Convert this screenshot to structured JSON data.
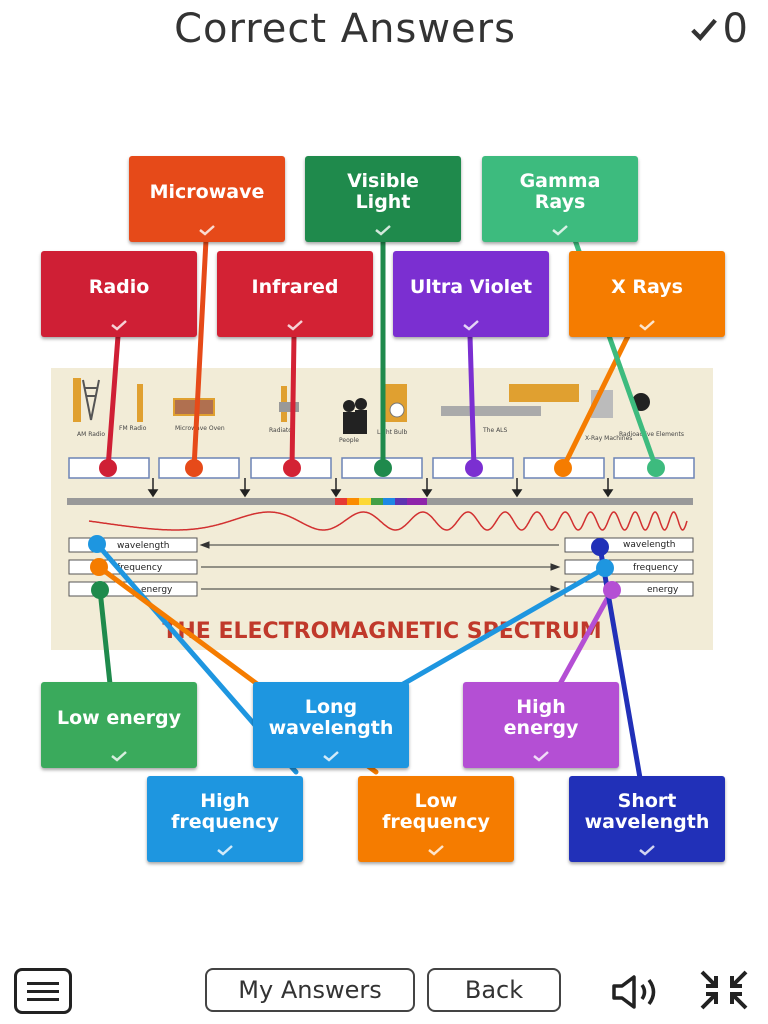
{
  "header": {
    "title": "Correct Answers",
    "score": "0"
  },
  "labels": {
    "microwave": "Microwave",
    "visible_light": "Visible\nLight",
    "gamma_rays": "Gamma\nRays",
    "radio": "Radio",
    "infrared": "Infrared",
    "ultra_violet": "Ultra Violet",
    "x_rays": "X Rays",
    "low_energy": "Low energy",
    "long_wavelength": "Long\nwavelength",
    "high_energy": "High\nenergy",
    "high_frequency": "High\nfrequency",
    "low_frequency": "Low\nfrequency",
    "short_wavelength": "Short\nwavelength"
  },
  "diagram": {
    "title": "THE ELECTROMAGNETIC SPECTRUM",
    "captions": [
      "AM Radio",
      "FM Radio",
      "Microwave Oven",
      "Radiator",
      "People",
      "Light Bulb",
      "The ALS",
      "X-Ray Machines",
      "Radioactive Elements"
    ],
    "left_rows": [
      "wavelength",
      "frequency",
      "energy"
    ],
    "right_rows": [
      "wavelength",
      "frequency",
      "energy"
    ]
  },
  "colors": {
    "radio": "#cf1f35",
    "microwave": "#e64a19",
    "infrared": "#d32234",
    "visible": "#1f8a4c",
    "ultraviolet": "#7b2fd1",
    "xrays": "#f57c00",
    "gamma": "#3dbb7e",
    "low_energy": "#3aaa5c",
    "long_wavelength": "#1e96e0",
    "high_energy": "#b44fd4",
    "high_frequency": "#1e96e0",
    "low_frequency": "#f57c00",
    "short_wavelength": "#2130b8"
  },
  "footer": {
    "my_answers": "My Answers",
    "back": "Back"
  },
  "icons": [
    "check-icon",
    "menu-icon",
    "speaker-icon",
    "collapse-icon"
  ]
}
